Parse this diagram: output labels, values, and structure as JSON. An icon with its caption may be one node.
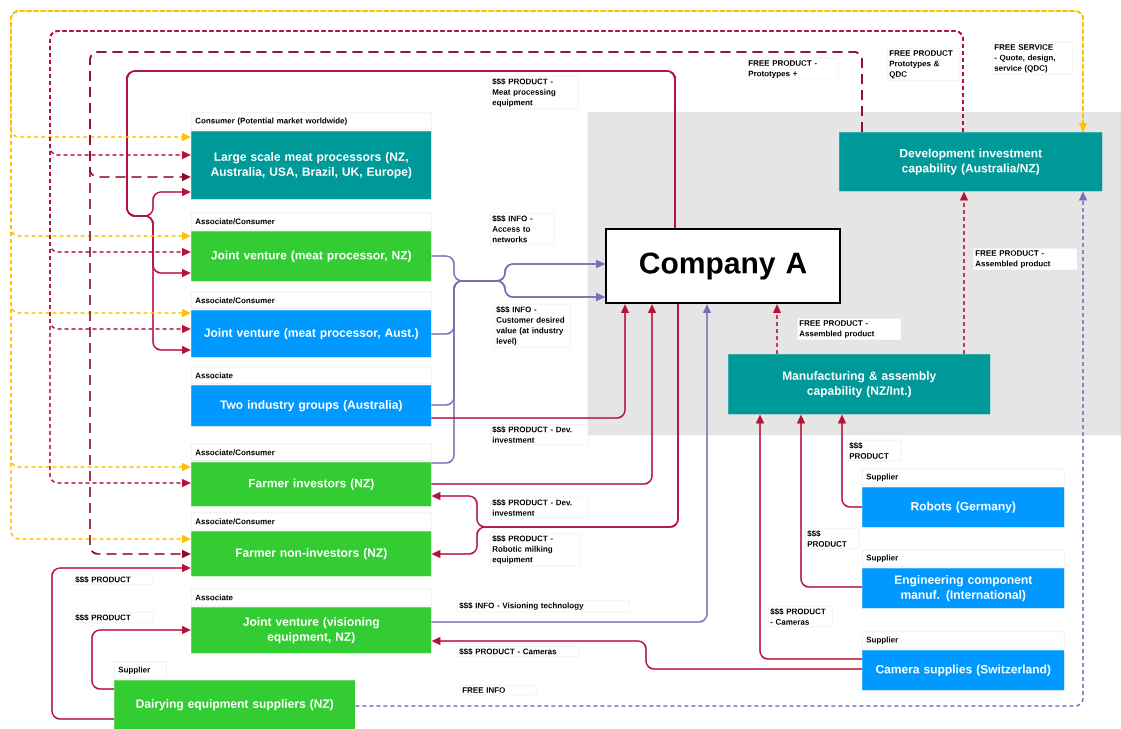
{
  "diagram": {
    "nodes": [
      {
        "text": [
          "Consumer (Potential market worldwide)",
          "Large scale meat processors (NZ, Australia, USA, Brazil, UK, Europe)"
        ]
      },
      {
        "text": [
          "Associate/Consumer",
          "Joint venture (meat processor, NZ)"
        ]
      },
      {
        "text": [
          "Associate/Consumer",
          "Joint venture (meat processor, Aust.)"
        ]
      },
      {
        "text": [
          "Associate",
          "Two industry groups (Australia)"
        ]
      },
      {
        "text": [
          "Associate/Consumer",
          "Farmer investors (NZ)"
        ]
      },
      {
        "text": [
          "Associate/Consumer",
          "Farmer non-investors (NZ)"
        ]
      },
      {
        "text": [
          "Associate",
          "Joint venture (visioning equipment, NZ)"
        ]
      },
      {
        "text": [
          "Supplier",
          "Dairying equipment suppliers (NZ)"
        ]
      },
      {
        "text": [
          "Company A"
        ]
      },
      {
        "text": [
          "Development investment capability (Australia/NZ)"
        ]
      },
      {
        "text": [
          "Manufacturing & assembly capability (NZ/Int.)"
        ]
      },
      {
        "text": [
          "Supplier",
          "Robots (Germany)"
        ]
      },
      {
        "text": [
          "Supplier",
          "Engineering component manuf. (International)"
        ]
      },
      {
        "text": [
          "Supplier",
          "Camera supplies (Switzerland)"
        ]
      }
    ],
    "edges": [
      {
        "from": 8,
        "to": 0,
        "arrow": "to",
        "label": "$$$ PRODUCT - Meat processing equipment"
      },
      {
        "from": 8,
        "to": 1,
        "arrow": "to"
      },
      {
        "from": 8,
        "to": 2,
        "arrow": "to"
      },
      {
        "from": 9,
        "to": 0,
        "arrow": "both",
        "style": "dashed",
        "color": "#ffc000",
        "label": "FREE SERVICE - Quote, design, service (QDC)"
      },
      {
        "from": 9,
        "to": 1,
        "arrow": "to",
        "style": "dashed",
        "color": "#ffc000"
      },
      {
        "from": 9,
        "to": 2,
        "arrow": "to",
        "style": "dashed",
        "color": "#ffc000"
      },
      {
        "from": 9,
        "to": 4,
        "arrow": "to",
        "style": "dashed",
        "color": "#ffc000"
      },
      {
        "from": 9,
        "to": 5,
        "arrow": "to",
        "style": "dashed",
        "color": "#ffc000"
      },
      {
        "from": 9,
        "to": 0,
        "arrow": "to",
        "style": "dashed",
        "label": "FREE PRODUCT Prototypes & QDC"
      },
      {
        "from": 9,
        "to": 1,
        "arrow": "to",
        "style": "dashed"
      },
      {
        "from": 9,
        "to": 2,
        "arrow": "to",
        "style": "dashed"
      },
      {
        "from": 9,
        "to": 4,
        "arrow": "to",
        "style": "dashed"
      },
      {
        "from": 9,
        "to": 0,
        "arrow": "to",
        "style": "dashed",
        "color": "#8c0a24",
        "label": "FREE PRODUCT - Prototypes +"
      },
      {
        "from": 9,
        "to": 5,
        "arrow": "to",
        "style": "dashed",
        "color": "#8c0a24"
      },
      {
        "from": 1,
        "to": 8,
        "arrow": "to",
        "color": "#7373b5",
        "label": "$$$ INFO - Access to networks"
      },
      {
        "from": 2,
        "to": 8,
        "arrow": "to",
        "color": "#7373b5"
      },
      {
        "from": 3,
        "to": 8,
        "arrow": "to",
        "color": "#7373b5",
        "label": "$$$ INFO - Customer desired value (at industry level)"
      },
      {
        "from": 4,
        "to": 8,
        "arrow": "to",
        "color": "#7373b5"
      },
      {
        "from": 3,
        "to": 8,
        "arrow": "to",
        "label": "$$$ PRODUCT - Dev. investment"
      },
      {
        "from": 4,
        "to": 8,
        "arrow": "to",
        "label": "$$$ PRODUCT - Dev. investment"
      },
      {
        "from": 8,
        "to": 4,
        "arrow": "to",
        "label": "$$$ PRODUCT - Robotic milking equipment"
      },
      {
        "from": 8,
        "to": 5,
        "arrow": "to"
      },
      {
        "from": 6,
        "to": 8,
        "arrow": "to",
        "color": "#7373b5",
        "label": "$$$ INFO - Visioning technology"
      },
      {
        "from": 13,
        "to": 6,
        "arrow": "to",
        "label": "$$$ PRODUCT - Cameras"
      },
      {
        "from": 13,
        "to": 10,
        "arrow": "to",
        "label": "$$$ PRODUCT - Cameras"
      },
      {
        "from": 12,
        "to": 10,
        "arrow": "to",
        "label": "$$$ PRODUCT"
      },
      {
        "from": 11,
        "to": 10,
        "arrow": "to",
        "label": "$$$ PRODUCT"
      },
      {
        "from": 10,
        "to": 8,
        "arrow": "to",
        "style": "dashed",
        "label": "FREE PRODUCT - Assembled product"
      },
      {
        "from": 10,
        "to": 9,
        "arrow": "to",
        "style": "dashed",
        "label": "FREE PRODUCT - Assembled product"
      },
      {
        "from": 7,
        "to": 9,
        "arrow": "to",
        "style": "dashed",
        "color": "#7373b5",
        "label": "FREE INFO"
      },
      {
        "from": 7,
        "to": 5,
        "arrow": "to",
        "label": "$$$ PRODUCT"
      },
      {
        "from": 7,
        "to": 6,
        "arrow": "to",
        "label": "$$$ PRODUCT"
      }
    ]
  }
}
